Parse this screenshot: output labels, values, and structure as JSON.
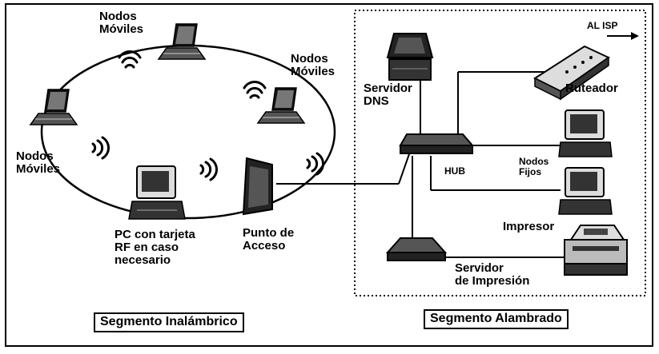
{
  "labels": {
    "mobile_top": "Nodos\nMóviles",
    "mobile_right": "Nodos\nMóviles",
    "mobile_left": "Nodos\nMóviles",
    "pc_rf": "PC con tarjeta\nRF en caso\nnecesario",
    "access_point": "Punto de\nAcceso",
    "dns_server": "Servidor\nDNS",
    "isp": "AL ISP",
    "router": "Ruteador",
    "hub": "HUB",
    "fixed_nodes": "Nodos\nFijos",
    "printer": "Impresor",
    "print_server": "Servidor\nde Impresión"
  },
  "segments": {
    "wireless": "Segmento Inalámbrico",
    "wired": "Segmento Alambrado"
  }
}
